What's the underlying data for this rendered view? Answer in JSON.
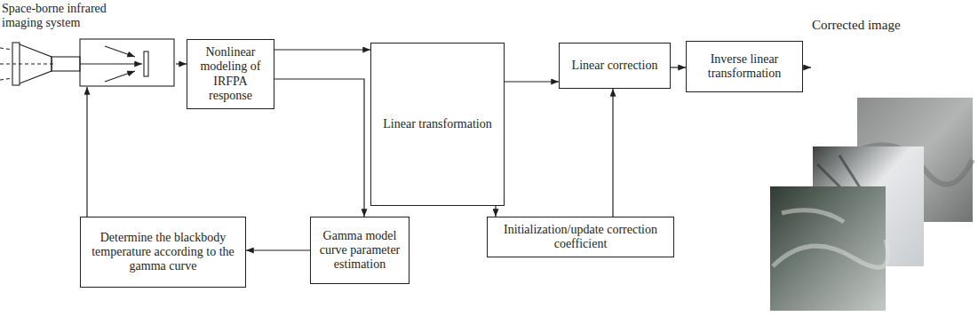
{
  "diagram": {
    "nodes": [
      {
        "text": [
          "Space-borne infrared imaging system"
        ]
      },
      {
        "text": [
          "Nonlinear modeling of IRFPA response"
        ]
      },
      {
        "text": [
          "Linear transformation"
        ]
      },
      {
        "text": [
          "Linear correction"
        ]
      },
      {
        "text": [
          "Inverse linear transformation"
        ]
      },
      {
        "text": [
          "Gamma model curve parameter estimation"
        ]
      },
      {
        "text": [
          "Determine the blackbody temperature according to the gamma curve"
        ]
      },
      {
        "text": [
          "Initialization/update correction coefficient"
        ]
      }
    ],
    "edges": [
      {
        "from": 0,
        "to": 1,
        "arrow": "to"
      },
      {
        "from": 1,
        "to": 2,
        "arrow": "to"
      },
      {
        "from": 1,
        "to": 5,
        "arrow": "to"
      },
      {
        "from": 5,
        "to": 6,
        "arrow": "to"
      },
      {
        "from": 6,
        "to": 0,
        "arrow": "to"
      },
      {
        "from": 2,
        "to": 3,
        "arrow": "to"
      },
      {
        "from": 2,
        "to": 7,
        "arrow": "to"
      },
      {
        "from": 7,
        "to": 3,
        "arrow": "to"
      },
      {
        "from": 3,
        "to": 4,
        "arrow": "to"
      }
    ],
    "labels": [
      "Corrected image"
    ]
  }
}
